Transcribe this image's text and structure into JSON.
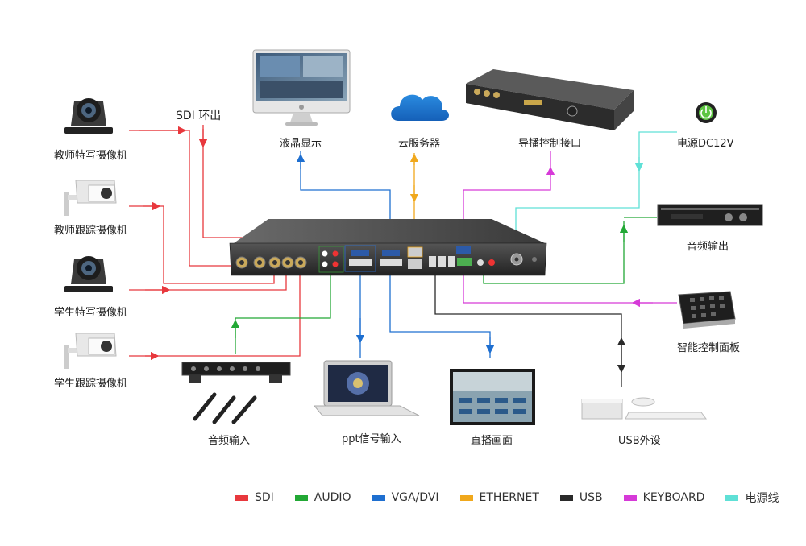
{
  "labels": {
    "teacher_closeup_cam": "教师特写摄像机",
    "teacher_tracking_cam": "教师跟踪摄像机",
    "student_closeup_cam": "学生特写摄像机",
    "student_tracking_cam": "学生跟踪摄像机",
    "sdi_loop": "SDI 环出",
    "lcd_display": "液晶显示",
    "cloud_server": "云服务器",
    "director_control": "导播控制接口",
    "power": "电源DC12V",
    "audio_output": "音频输出",
    "smart_panel": "智能控制面板",
    "audio_input": "音频输入",
    "ppt_input": "ppt信号输入",
    "live_view": "直播画面",
    "usb_peripheral": "USB外设"
  },
  "legend": [
    {
      "label": "SDI",
      "color": "#e8383d"
    },
    {
      "label": "AUDIO",
      "color": "#22a835"
    },
    {
      "label": "VGA/DVI",
      "color": "#1e6fd0"
    },
    {
      "label": "ETHERNET",
      "color": "#f0a81c"
    },
    {
      "label": "USB",
      "color": "#2a2a2a"
    },
    {
      "label": "KEYBOARD",
      "color": "#d63ad8"
    },
    {
      "label": "电源线",
      "color": "#5fe0d6"
    }
  ],
  "device_marks": {
    "monitor_logo": "apple-logo-icon",
    "power_icon": "power-icon"
  }
}
